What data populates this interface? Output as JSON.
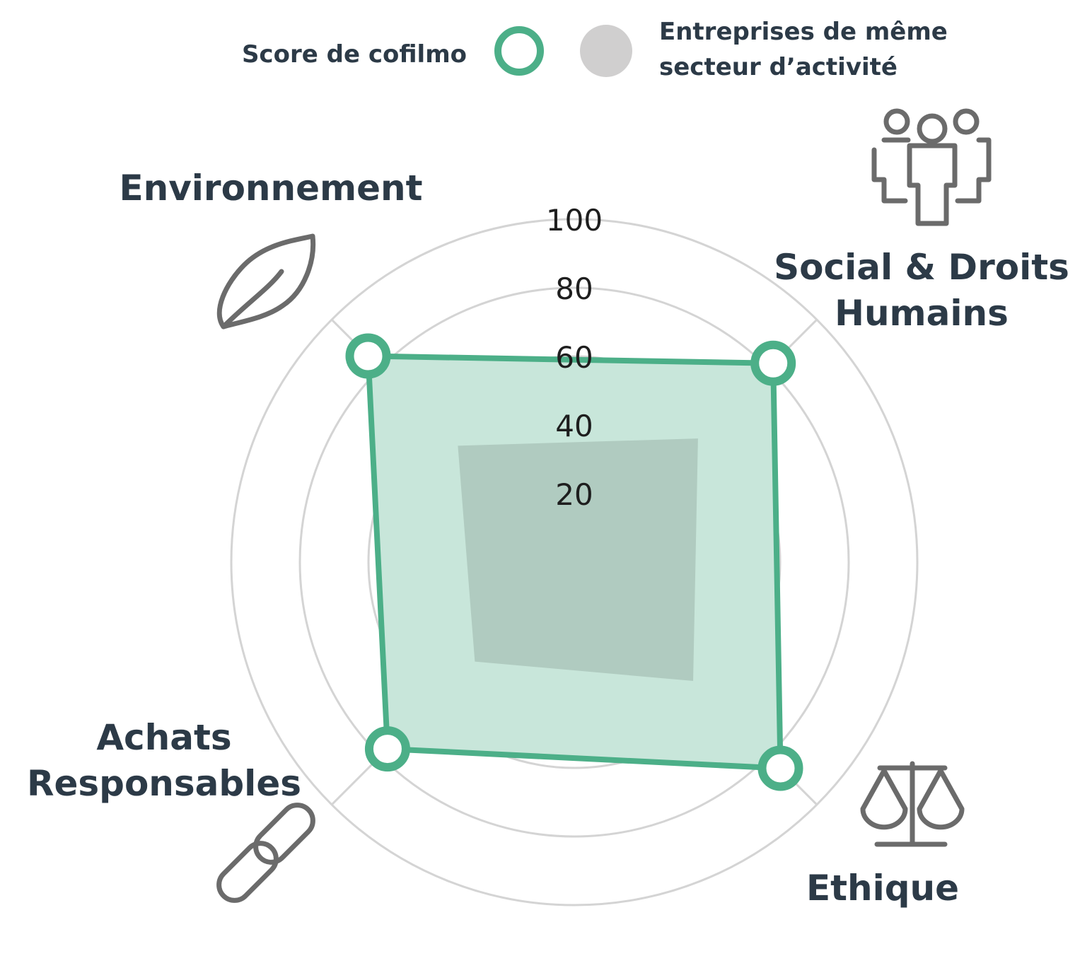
{
  "chart_data": {
    "type": "radar",
    "categories": [
      "Environnement",
      "Social & Droits Humains",
      "Ethique",
      "Achats Responsables"
    ],
    "category_lines": [
      [
        "Environnement"
      ],
      [
        "Social & Droits",
        "Humains"
      ],
      [
        "Ethique"
      ],
      [
        "Achats",
        "Responsables"
      ]
    ],
    "series": [
      {
        "name": "Score de cofilmo",
        "values": [
          85,
          82,
          85,
          77
        ],
        "color": "#4caf88",
        "fill": "#c8e6da"
      },
      {
        "name": "Entreprises de même secteur d’activité",
        "values": [
          48,
          51,
          49,
          41
        ],
        "color": "#b0cbc0",
        "fill": "#b0cbc0"
      }
    ],
    "legend": [
      {
        "lines": [
          "Score de cofilmo"
        ],
        "marker": "ring",
        "color": "#4caf88"
      },
      {
        "lines": [
          "Entreprises de même",
          "secteur d’activité"
        ],
        "marker": "disc",
        "color": "#d0cfcf"
      }
    ],
    "ticks": [
      20,
      40,
      60,
      80,
      100
    ],
    "rlim": [
      0,
      100
    ],
    "grid": true,
    "legend_position": "top",
    "icons": [
      "leaf-icon",
      "people-icon",
      "scale-icon",
      "chain-link-icon"
    ]
  }
}
